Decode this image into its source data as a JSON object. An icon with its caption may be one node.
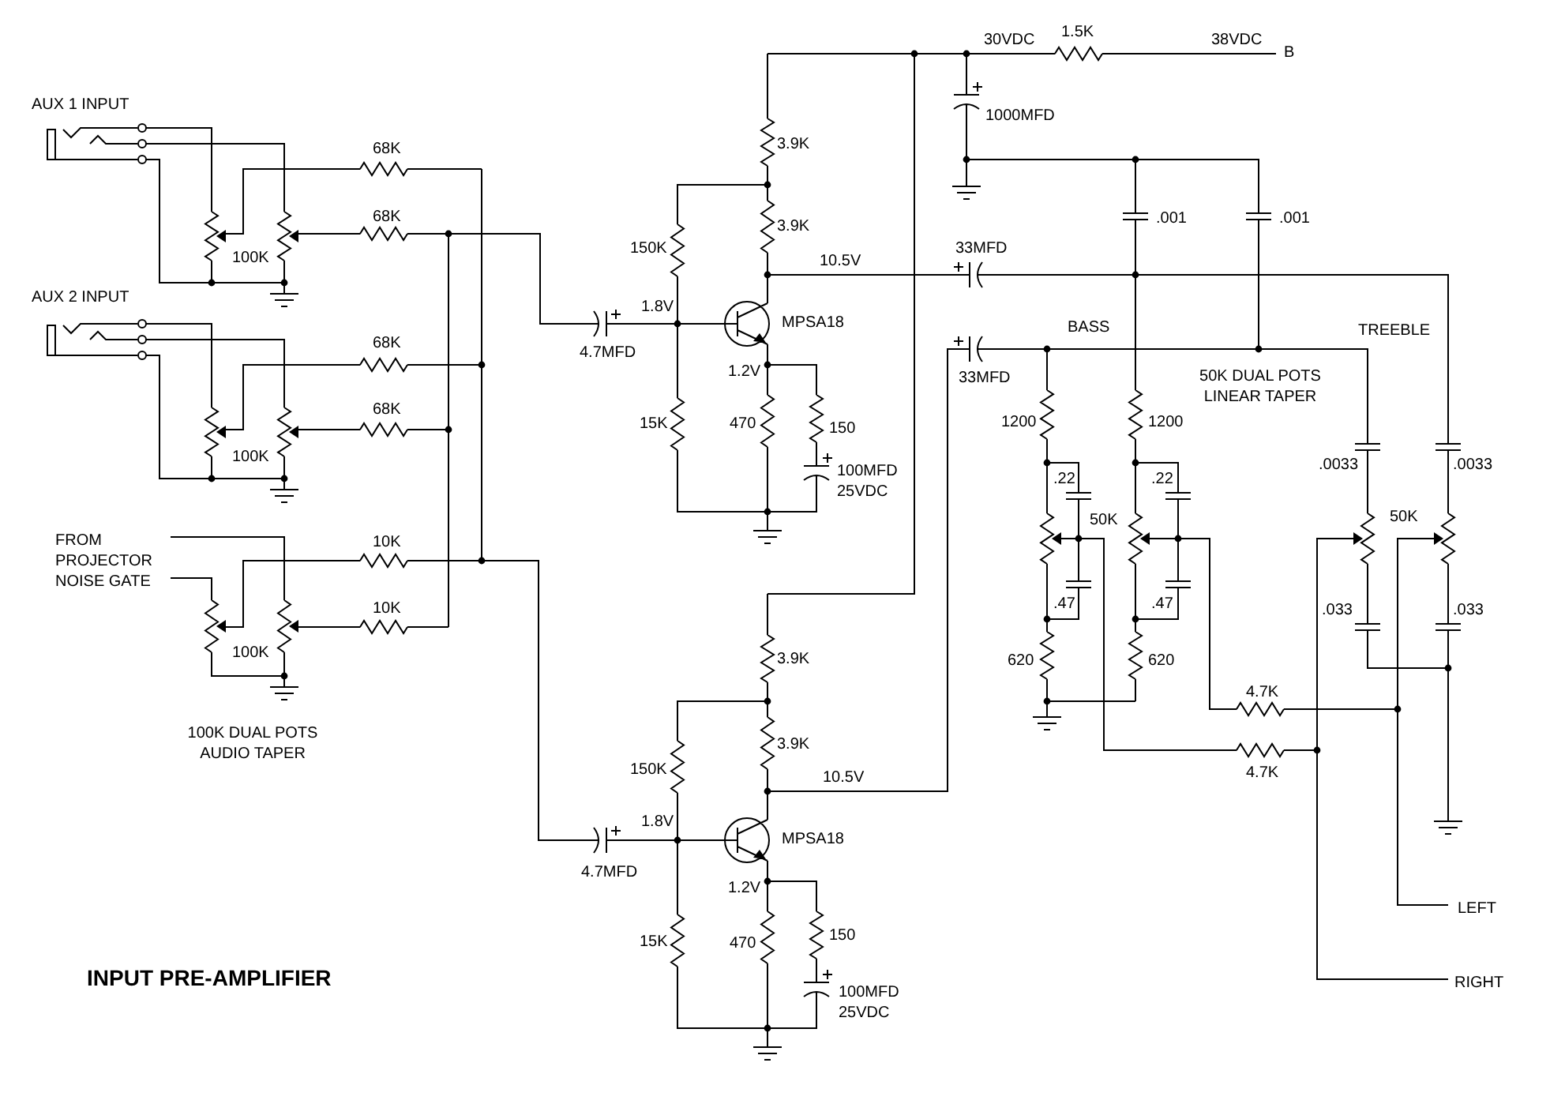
{
  "diagram": {
    "title": "INPUT PRE-AMPLIFIER",
    "labels": [
      "30VDC",
      "1.5K",
      "38VDC",
      "B",
      "AUX 1 INPUT",
      "1000MFD",
      "3.9K",
      "68K",
      "68K",
      "3.9K",
      ".001",
      ".001",
      "100K",
      "150K",
      "33MFD",
      "10.5V",
      "AUX 2 INPUT",
      "1.8V",
      "MPSA18",
      "BASS",
      "TREEBLE",
      "68K",
      "4.7MFD",
      "1.2V",
      "33MFD",
      "50K DUAL POTS LINEAR TAPER",
      "68K",
      "15K",
      "470",
      "150",
      "1200",
      "1200",
      "100K",
      "100MFD 25VDC",
      ".22",
      ".22",
      ".0033",
      ".0033",
      "50K",
      "50K",
      "FROM PROJECTOR NOISE GATE",
      "10K",
      "10K",
      ".47",
      ".47",
      ".033",
      ".033",
      "100K",
      "3.9K",
      "620",
      "620",
      "4.7K",
      "100K DUAL POTS AUDIO TAPER",
      "3.9K",
      "150K",
      "10.5V",
      "4.7K",
      "1.8V",
      "MPSA18",
      "4.7MFD",
      "1.2V",
      "LEFT",
      "15K",
      "470",
      "150",
      "RIGHT",
      "100MFD 25VDC"
    ]
  }
}
